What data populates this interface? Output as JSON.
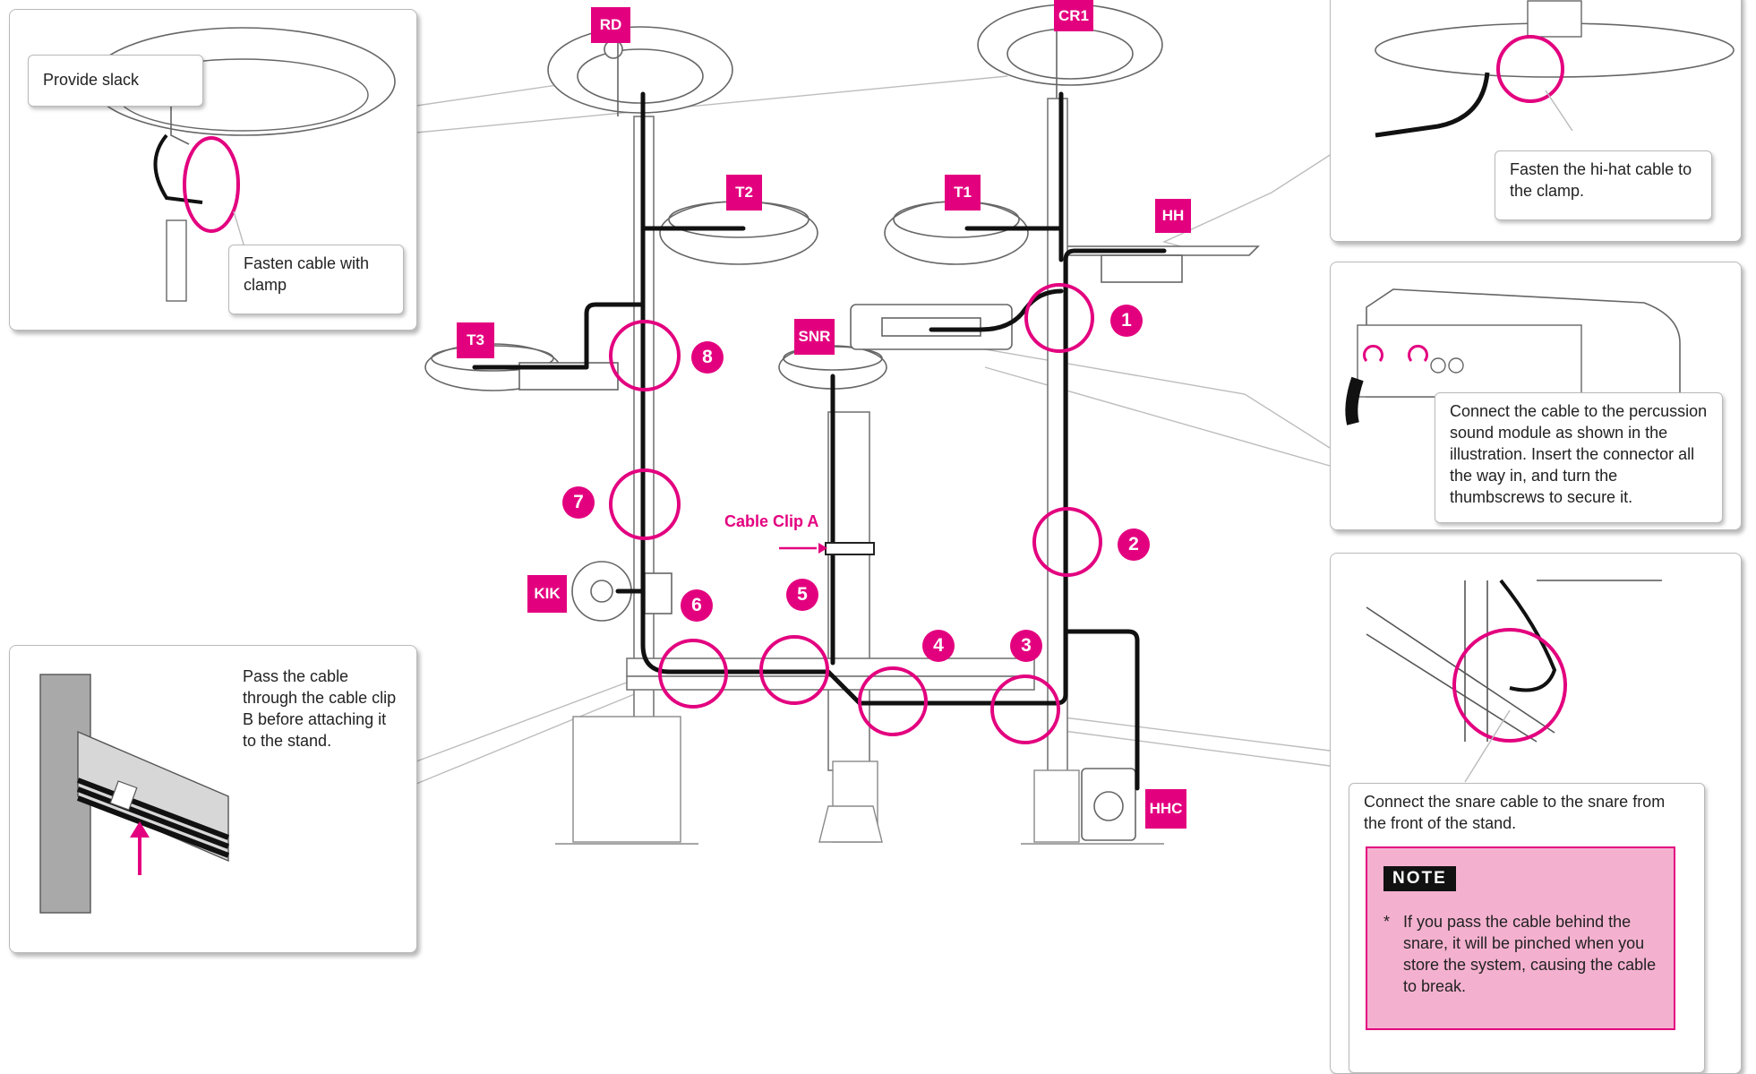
{
  "labels": {
    "rd": "RD",
    "cr1": "CR1",
    "t2": "T2",
    "t1": "T1",
    "hh": "HH",
    "t3": "T3",
    "snr": "SNR",
    "kik": "KIK",
    "hhc": "HHC"
  },
  "steps": [
    "1",
    "2",
    "3",
    "4",
    "5",
    "6",
    "7",
    "8"
  ],
  "cable_clip_a": "Cable Clip A",
  "callouts": {
    "provide_slack": "Provide slack",
    "fasten_clamp": "Fasten cable with clamp",
    "fasten_hihat": "Fasten the hi-hat cable to the clamp.",
    "connect_module": "Connect the cable to the percussion sound module as shown in the illustration. Insert the connector all the way in, and turn the thumbscrews to secure it.",
    "pass_cable": "Pass the cable through the cable clip B before attaching it to the stand.",
    "snare_front": "Connect the snare cable to the snare from the front of the stand."
  },
  "note": {
    "heading": "NOTE",
    "bullet": "*",
    "text": "If you pass the cable behind the snare, it will be pinched when you store the system, causing the cable to break."
  },
  "colors": {
    "accent": "#e3007f",
    "cable": "#111111",
    "line": "#9a9a9a",
    "note_bg": "#f4b1cf"
  }
}
